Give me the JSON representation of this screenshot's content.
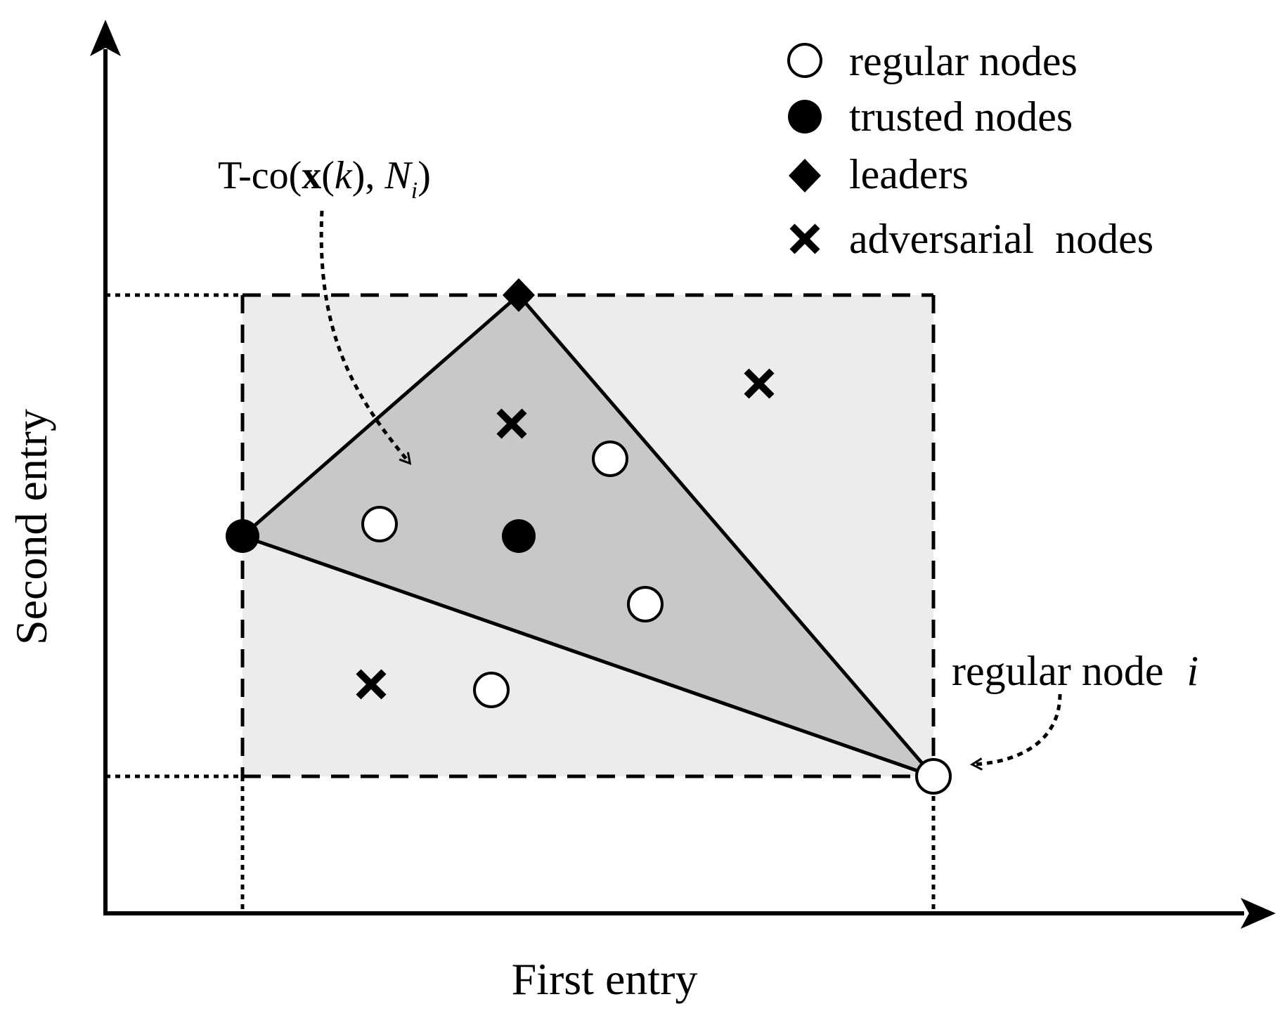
{
  "axes": {
    "x_label": "First entry",
    "y_label": "Second entry"
  },
  "legend": [
    {
      "label": "regular nodes",
      "marker": "open-circle-icon"
    },
    {
      "label": "trusted nodes",
      "marker": "filled-circle-icon"
    },
    {
      "label": "leaders",
      "marker": "diamond-icon"
    },
    {
      "label": "adversarial  nodes",
      "marker": "cross-icon"
    }
  ],
  "annotations": {
    "hull_label": {
      "prefix": "T-co(",
      "bold": "x",
      "open_paren": "(",
      "var": "k",
      "comma": "), ",
      "script_n": "N",
      "subscript": "i",
      "close": ")"
    },
    "node_label": {
      "text": "regular node ",
      "var": "i"
    }
  },
  "colors": {
    "box_fill": "#ececec",
    "hull_fill": "#c8c8c8",
    "stroke": "#000000",
    "background": "#ffffff"
  }
}
